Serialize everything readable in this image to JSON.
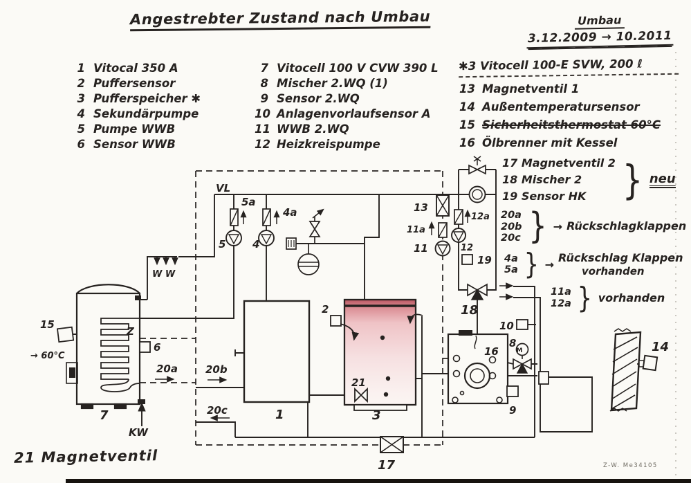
{
  "page": {
    "title": "Angestrebter Zustand nach Umbau"
  },
  "revision": {
    "heading": "Umbau",
    "dates": "3.12.2009 → 10.2011"
  },
  "legend_left": [
    {
      "num": "1",
      "label": "Vitocal 350 A"
    },
    {
      "num": "2",
      "label": "Puffersensor"
    },
    {
      "num": "3",
      "label": "Pufferspeicher ✱"
    },
    {
      "num": "4",
      "label": "Sekundärpumpe"
    },
    {
      "num": "5",
      "label": "Pumpe WWB"
    },
    {
      "num": "6",
      "label": "Sensor WWB"
    }
  ],
  "legend_mid": [
    {
      "num": "7",
      "label": "Vitocell 100 V CVW 390 L"
    },
    {
      "num": "8",
      "label": "Mischer 2.WQ (1)"
    },
    {
      "num": "9",
      "label": "Sensor 2.WQ"
    },
    {
      "num": "10",
      "label": "Anlagenvorlaufsensor A"
    },
    {
      "num": "11",
      "label": "WWB 2.WQ"
    },
    {
      "num": "12",
      "label": "Heizkreispumpe"
    }
  ],
  "notes_right": {
    "starred": "✱3 Vitocell 100-E SVW, 200 ℓ",
    "items": [
      {
        "num": "13",
        "label": "Magnetventil 1"
      },
      {
        "num": "14",
        "label": "Außentemperatursensor"
      },
      {
        "num": "15",
        "label": "Sicherheitsthermostat 60°C"
      },
      {
        "num": "16",
        "label": "Ölbrenner mit Kessel"
      }
    ],
    "group_neu": {
      "rows": [
        {
          "num": "17",
          "label": "Magnetventil 2"
        },
        {
          "num": "18",
          "label": "Mischer 2"
        },
        {
          "num": "19",
          "label": "Sensor HK"
        }
      ],
      "tag": "neu"
    },
    "group_klappen_neu": {
      "ids": [
        "20a",
        "20b",
        "20c"
      ],
      "label": "Rückschlagklappen",
      "tag": "neu"
    },
    "group_klappen_vorh": {
      "ids": [
        "4a",
        "5a"
      ],
      "label": "Rückschlag Klappen",
      "tag": "vorhanden"
    },
    "group_vorh": {
      "ids": [
        "11a",
        "12a"
      ],
      "tag": "vorhanden"
    }
  },
  "footer": {
    "note": "21 Magnetventil",
    "corner": "Z-W.   Me34105"
  },
  "ui": {
    "brace": "}",
    "arrow": "→"
  },
  "diagram": {
    "vl": "VL",
    "ww": "W W",
    "kw": "KW",
    "z": "Z",
    "temp": "→ 60°C",
    "m": "M",
    "n1": "1",
    "n2": "2",
    "n3": "3",
    "n4": "4",
    "n4a": "4a",
    "n5": "5",
    "n5a": "5a",
    "n6": "6",
    "n7": "7",
    "n8": "8",
    "n9": "9",
    "n10": "10",
    "n11": "11",
    "n11a": "11a",
    "n12": "12",
    "n12a": "12a",
    "n13": "13",
    "n14": "14",
    "n15": "15",
    "n16": "16",
    "n17": "17",
    "n18": "18",
    "n19": "19",
    "n20a": "20a",
    "n20b": "20b",
    "n20c": "20c",
    "n21": "21"
  },
  "colors": {
    "ink": "#262220",
    "paper": "#fbfaf6",
    "pink_top": "#b85560",
    "pink_mid": "#efc3c6"
  }
}
